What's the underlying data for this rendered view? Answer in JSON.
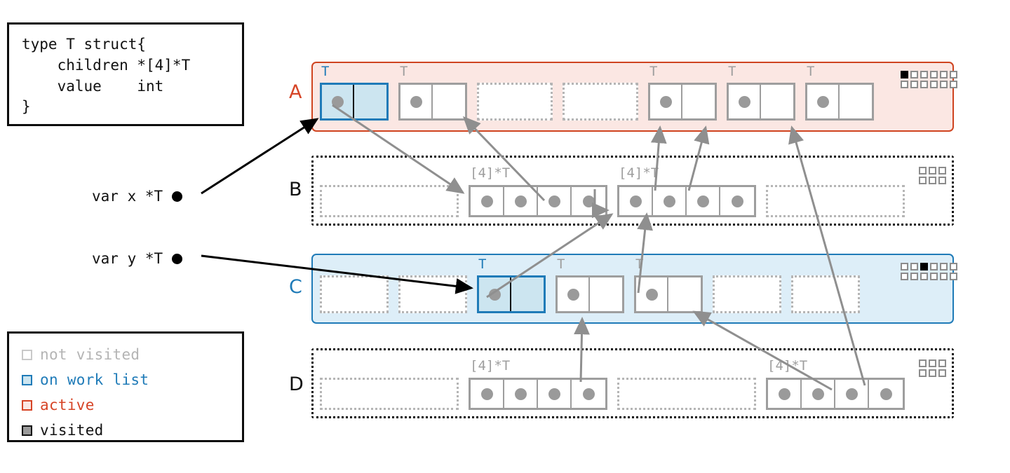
{
  "struct_def": {
    "code": "type T struct{\n    children *[4]*T\n    value    int\n}"
  },
  "legend": {
    "title": "legend",
    "items": [
      {
        "label": "not visited",
        "color": "#b4b4b4",
        "fill": "#ffffff",
        "border": "#c9c9c9"
      },
      {
        "label": "on work list",
        "color": "#1f7bb8",
        "fill": "#cce5f0",
        "border": "#1f7bb8"
      },
      {
        "label": "active",
        "color": "#d64426",
        "fill": "#fbe7e3",
        "border": "#d64426"
      },
      {
        "label": "visited",
        "color": "#111111",
        "fill": "#9a9a9a",
        "border": "#111111"
      }
    ]
  },
  "variables": [
    {
      "name": "var-x",
      "text": "var x *T"
    },
    {
      "name": "var-y",
      "text": "var y *T"
    }
  ],
  "rows": [
    {
      "id": "A",
      "letter": "A",
      "letter_color": "#d64426",
      "state": "active",
      "band": "band-active",
      "slots": [
        {
          "kind": "tobj",
          "caption": "T",
          "selected": true,
          "caption_blue": true,
          "dot": true
        },
        {
          "kind": "tobj",
          "caption": "T",
          "selected": false,
          "caption_blue": false,
          "dot": true
        },
        {
          "kind": "free",
          "width": 108
        },
        {
          "kind": "free",
          "width": 108
        },
        {
          "kind": "tobj",
          "caption": "T",
          "selected": false,
          "caption_blue": false,
          "dot": true
        },
        {
          "kind": "tobj",
          "caption": "T",
          "selected": false,
          "caption_blue": false,
          "dot": true
        },
        {
          "kind": "tobj",
          "caption": "T",
          "selected": false,
          "caption_blue": false,
          "dot": true
        }
      ],
      "bitmap": {
        "cols": 6,
        "rows": 2,
        "marked": [
          0
        ]
      }
    },
    {
      "id": "B",
      "letter": "B",
      "letter_color": "#111111",
      "state": "not-visited",
      "band": "band-plain",
      "slots": [
        {
          "kind": "free",
          "width": 198,
          "short": true
        },
        {
          "kind": "arr",
          "caption": "[4]*T",
          "cells": 4
        },
        {
          "kind": "arr",
          "caption": "[4]*T",
          "cells": 4
        },
        {
          "kind": "free",
          "width": 198,
          "short": true
        }
      ],
      "bitmap": {
        "cols": 3,
        "rows": 2,
        "marked": []
      }
    },
    {
      "id": "C",
      "letter": "C",
      "letter_color": "#1f7bb8",
      "state": "on-work-list",
      "band": "band-work",
      "slots": [
        {
          "kind": "free",
          "width": 98
        },
        {
          "kind": "free",
          "width": 98
        },
        {
          "kind": "tobj",
          "caption": "T",
          "selected": true,
          "caption_blue": true,
          "dot": true
        },
        {
          "kind": "tobj",
          "caption": "T",
          "selected": false,
          "caption_blue": false,
          "dot": true
        },
        {
          "kind": "tobj",
          "caption": "T",
          "selected": false,
          "caption_blue": false,
          "dot": true
        },
        {
          "kind": "free",
          "width": 98
        },
        {
          "kind": "free",
          "width": 98
        }
      ],
      "bitmap": {
        "cols": 6,
        "rows": 2,
        "marked": [
          2
        ]
      }
    },
    {
      "id": "D",
      "letter": "D",
      "letter_color": "#111111",
      "state": "not-visited",
      "band": "band-plain",
      "slots": [
        {
          "kind": "free",
          "width": 198,
          "short": true
        },
        {
          "kind": "arr",
          "caption": "[4]*T",
          "cells": 4
        },
        {
          "kind": "free",
          "width": 198,
          "short": true
        },
        {
          "kind": "arr",
          "caption": "[4]*T",
          "cells": 4
        }
      ],
      "bitmap": {
        "cols": 3,
        "rows": 2,
        "marked": []
      }
    }
  ],
  "colors": {
    "active": "#d64426",
    "active_fill": "#fbe7e3",
    "work": "#1f7bb8",
    "work_fill": "#ddeef8",
    "work_cell_fill": "#cce5f0",
    "gray": "#9e9e9e",
    "dot": "#9a9a9a",
    "black": "#111111",
    "pointer_arrow": "#8f8f8f",
    "var_arrow": "#000000"
  }
}
